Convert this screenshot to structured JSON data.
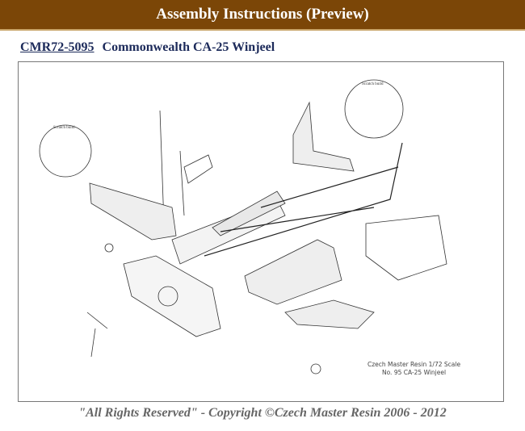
{
  "header": {
    "title": "Assembly Instructions (Preview)"
  },
  "product": {
    "code": "CMR72-5095",
    "name": "Commonwealth CA-25 Winjeel"
  },
  "diagram": {
    "caption_line1": "Czech Master Resin 1/72 Scale",
    "caption_line2": "No. 95 CA-25 Winjeel",
    "scratch_label": "Scratch build"
  },
  "footer": {
    "copyright": "\"All Rights Reserved\" - Copyright ©Czech Master Resin 2006 - 2012"
  }
}
